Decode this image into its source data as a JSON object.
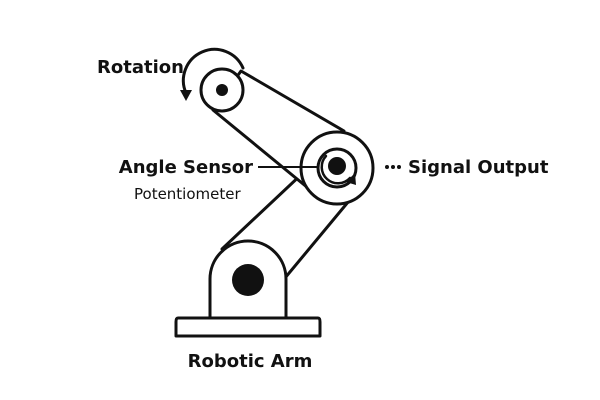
{
  "diagram": {
    "labels": {
      "rotation": "Rotation",
      "angle_sensor": "Angle Sensor",
      "potentiometer": "Potentiometer",
      "signal_output": "Signal Output",
      "robotic_arm": "Robotic Arm"
    },
    "icons": {
      "rotation_arrow": "curved-arrow-icon",
      "signal_dots": "dotted-leader-icon"
    },
    "colors": {
      "stroke": "#111111",
      "fill": "#ffffff",
      "background": "#ffffff"
    }
  }
}
